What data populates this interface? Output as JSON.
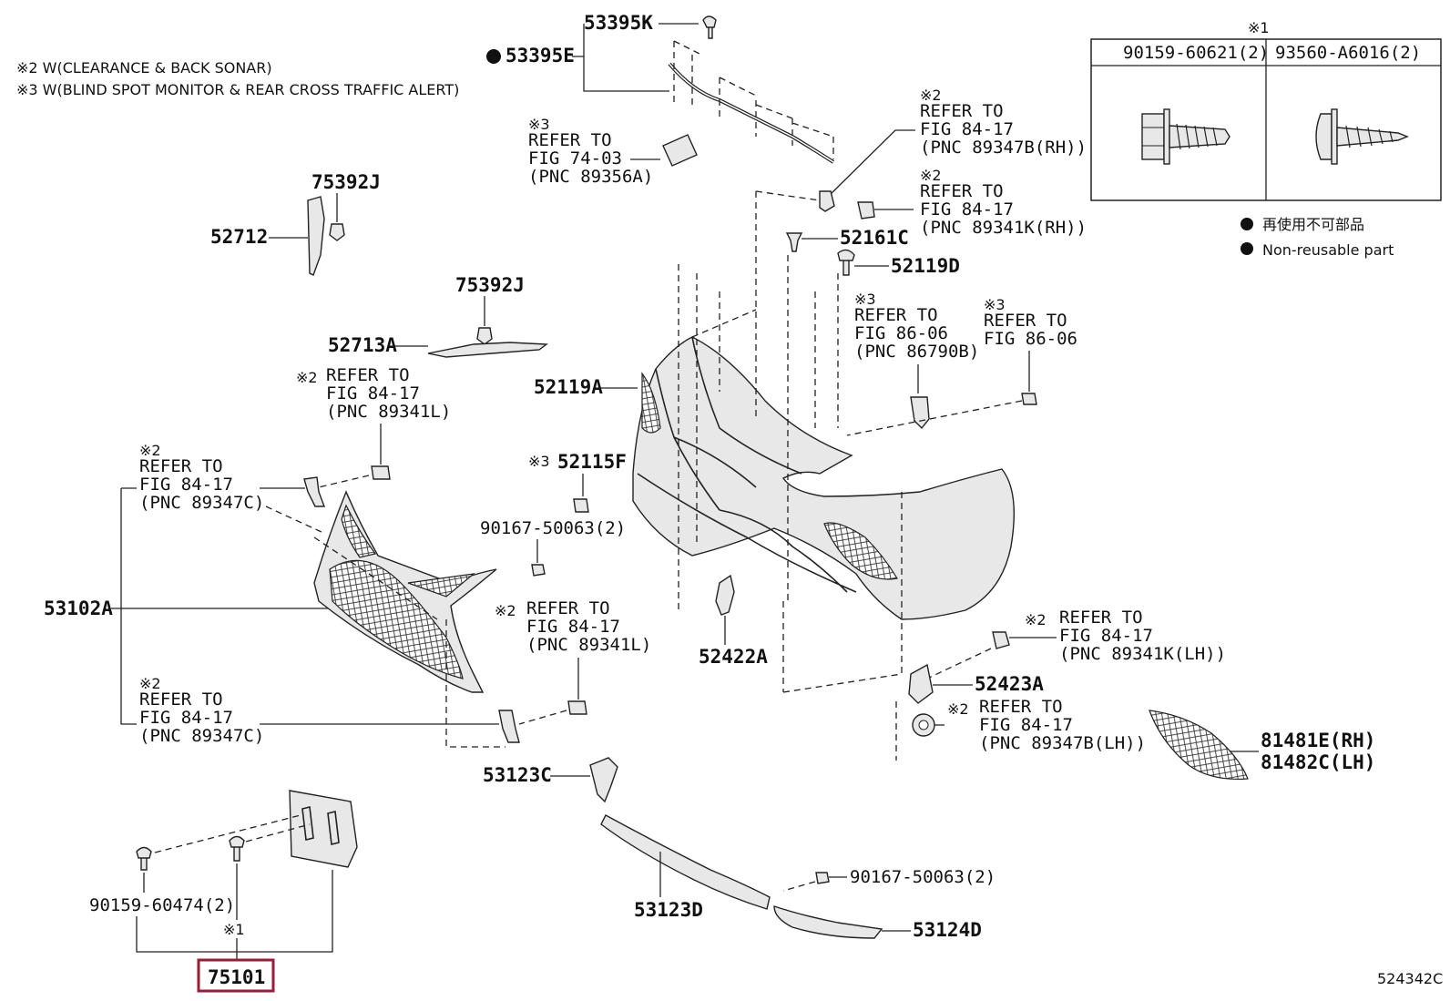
{
  "notes": {
    "n2": "※2 W(CLEARANCE & BACK SONAR)",
    "n3": "※3 W(BLIND SPOT MONITOR & REAR CROSS TRAFFIC ALERT)"
  },
  "fastener_table": {
    "mark": "※1",
    "col1": "90159-60621(2)",
    "col2": "93560-A6016(2)"
  },
  "legend": {
    "jp": "再使用不可部品",
    "en": "Non-reusable part"
  },
  "parts": {
    "p53395K": "53395K",
    "p53395E": "53395E",
    "p75392J_a": "75392J",
    "p52712": "52712",
    "p75392J_b": "75392J",
    "p52713A": "52713A",
    "p52119A": "52119A",
    "p52161C": "52161C",
    "p52119D": "52119D",
    "p52115F": "52115F",
    "m52115F": "※3",
    "p90167_a": "90167-50063(2)",
    "p53102A": "53102A",
    "p52422A": "52422A",
    "p52423A": "52423A",
    "p81481E": "81481E(RH)",
    "p81482C": "81482C(LH)",
    "p53123C": "53123C",
    "p53123D": "53123D",
    "p90167_b": "90167-50063(2)",
    "p53124D": "53124D",
    "p90159": "90159-60474(2)",
    "m75101": "※1",
    "p75101": "75101"
  },
  "refs": {
    "r1": [
      "※3",
      "REFER TO",
      "FIG 74-03",
      "(PNC 89356A)"
    ],
    "r2": [
      "※2",
      "REFER TO",
      "FIG 84-17",
      "(PNC 89347B(RH))"
    ],
    "r3": [
      "※2",
      "REFER TO",
      "FIG 84-17",
      "(PNC 89341K(RH))"
    ],
    "r4": [
      "※3",
      "REFER TO",
      "FIG 86-06",
      "(PNC 86790B)"
    ],
    "r5": [
      "※3",
      "REFER TO",
      "FIG 86-06"
    ],
    "r6": [
      "※2",
      "REFER TO",
      "FIG 84-17",
      "(PNC 89341L)"
    ],
    "r7": [
      "※2",
      "REFER TO",
      "FIG 84-17",
      "(PNC 89347C)"
    ],
    "r8": [
      "※2",
      "REFER TO",
      "FIG 84-17",
      "(PNC 89341L)"
    ],
    "r9": [
      "※2",
      "REFER TO",
      "FIG 84-17",
      "(PNC 89347C)"
    ],
    "r10": [
      "※2",
      "REFER TO",
      "FIG 84-17",
      "(PNC 89341K(LH))"
    ],
    "r11": [
      "※2",
      "REFER TO",
      "FIG 84-17",
      "(PNC 89347B(LH))"
    ]
  },
  "figure_id": "524342C",
  "colors": {
    "highlight": "#9b1b3b",
    "ink": "#111111"
  }
}
